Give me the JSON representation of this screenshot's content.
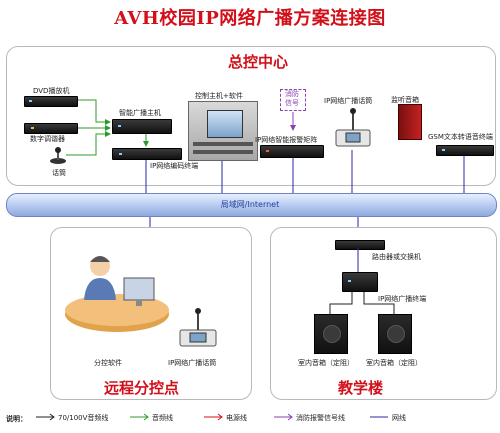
{
  "title": "AVH校园IP网络广播方案连接图",
  "control_center": {
    "title": "总控中心",
    "devices": {
      "dvd": "DVD播放机",
      "tuner": "数字调谐器",
      "mic": "话筒",
      "smart_amp": "智能广播主机",
      "encoder": "IP网络编码终端",
      "host": "控制主机+软件",
      "fire_signal": "消防信号",
      "alarm_matrix": "IP网络智能报警矩阵",
      "ip_paging": "IP网络广播话筒",
      "monitor": "监听音箱",
      "gsm": "GSM文本转语音终端"
    }
  },
  "network": {
    "label": "局域网/Internet"
  },
  "remote": {
    "title": "远程分控点",
    "devices": {
      "software": "分控软件",
      "paging": "IP网络广播话筒"
    }
  },
  "teaching": {
    "title": "教学楼",
    "devices": {
      "router": "路由器或交换机",
      "terminal": "IP网络广播终端",
      "speaker_left": "室内音箱（定阻）",
      "speaker_right": "室内音箱（定阻）"
    }
  },
  "legend": {
    "title": "说明：",
    "items": [
      {
        "label": "70/100V音频线",
        "color": "#222222"
      },
      {
        "label": "音频线",
        "color": "#2e9a2e"
      },
      {
        "label": "电源线",
        "color": "#d2101a"
      },
      {
        "label": "消防报警信号线",
        "color": "#8a3fb5"
      },
      {
        "label": "网线",
        "color": "#2a2aa8"
      }
    ]
  }
}
